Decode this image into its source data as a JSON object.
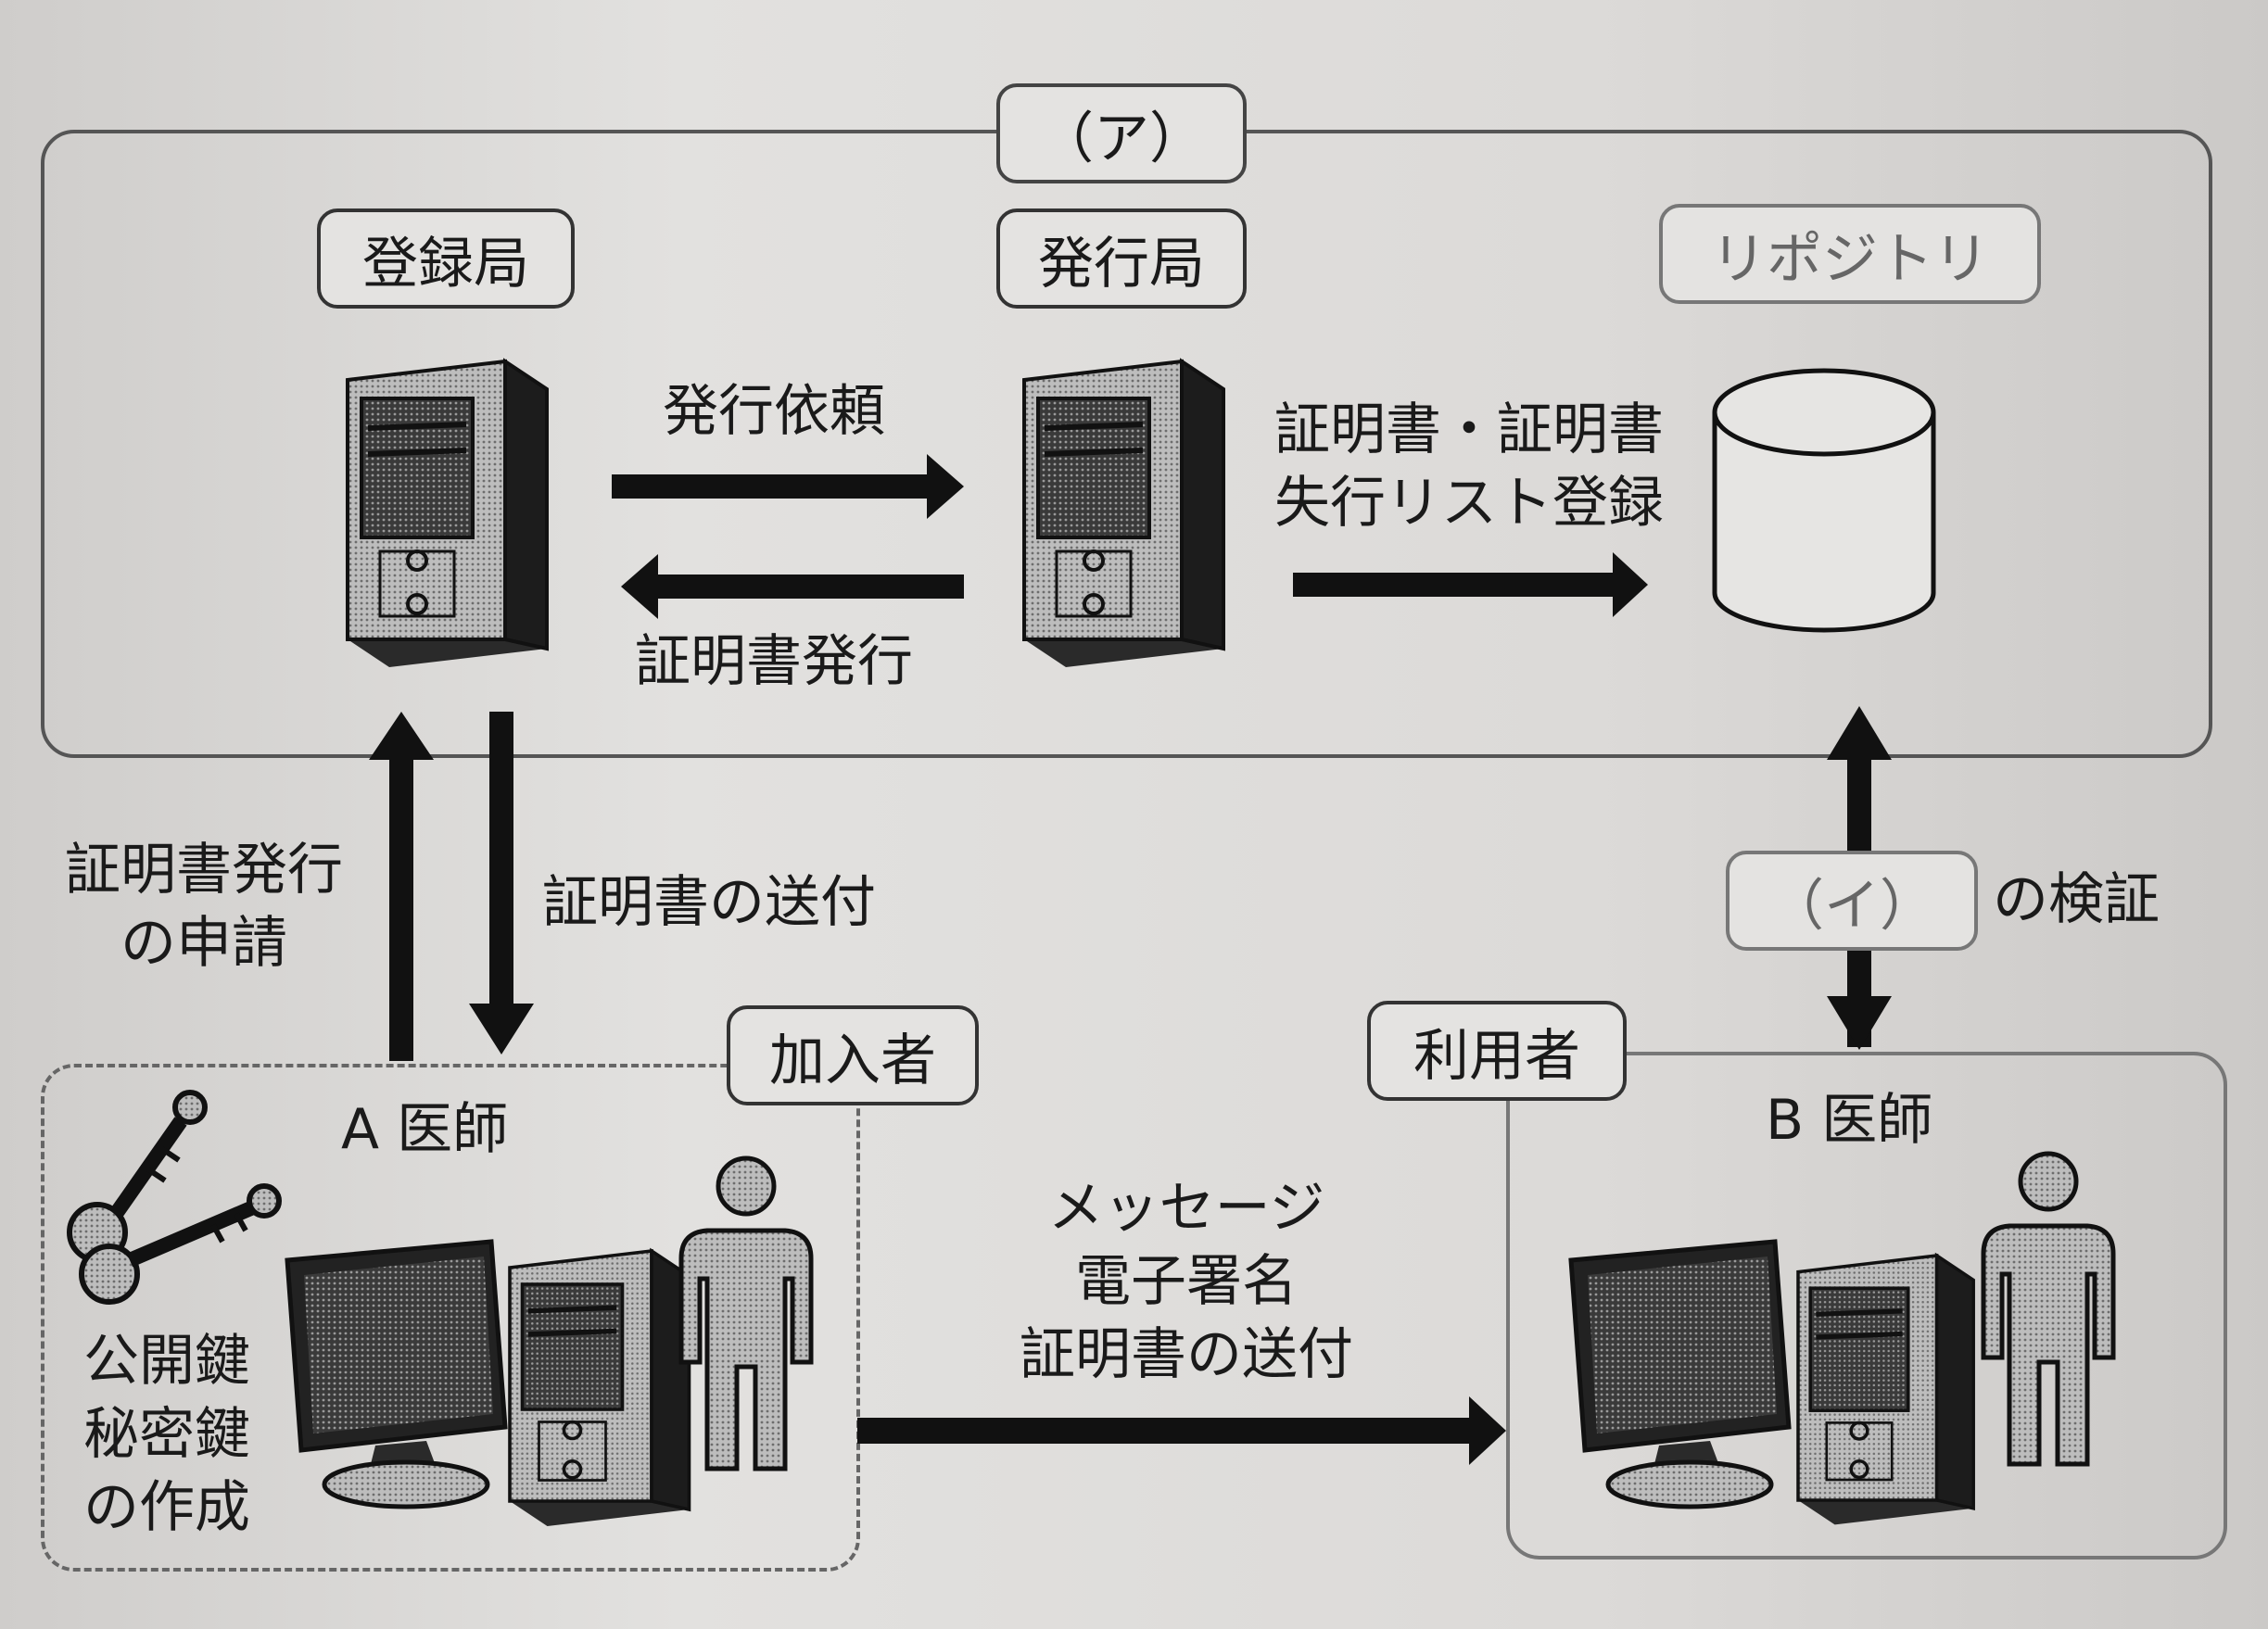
{
  "top_group": {
    "label": "（ア）",
    "registration": "登録局",
    "issuing": "発行局",
    "repository": "リポジトリ",
    "issue_request": "発行依頼",
    "cert_issue": "証明書発行",
    "register_line1": "証明書・証明書",
    "register_line2": "失行リスト登録"
  },
  "left_flow": {
    "apply_line1": "証明書発行",
    "apply_line2": "の申請",
    "send_cert": "証明書の送付"
  },
  "verify": {
    "label": "（イ）",
    "suffix": "の検証"
  },
  "subscriber": {
    "tag": "加入者",
    "name": "A 医師",
    "keys_line1": "公開鍵",
    "keys_line2": "秘密鍵",
    "keys_line3": "の作成"
  },
  "message": {
    "line1": "メッセージ",
    "line2": "電子署名",
    "line3": "証明書の送付"
  },
  "user": {
    "tag": "利用者",
    "name": "B 医師"
  }
}
